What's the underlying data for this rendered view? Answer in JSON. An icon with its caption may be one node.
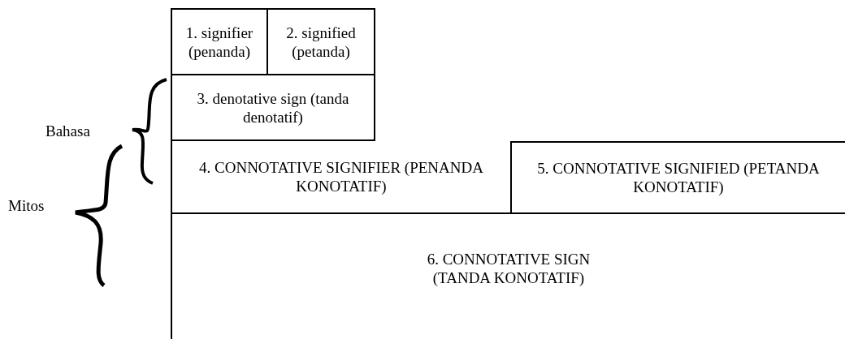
{
  "diagram": {
    "nodes": [
      {
        "text": [
          "1. signifier (penanda)"
        ]
      },
      {
        "text": [
          "2. signified (petanda)"
        ]
      },
      {
        "text": [
          "3. denotative sign (tanda denotatif)"
        ]
      },
      {
        "text": [
          "4. CONNOTATIVE SIGNIFIER (PENANDA KONOTATIF)"
        ]
      },
      {
        "text": [
          "5. CONNOTATIVE SIGNIFIED (PETANDA KONOTATIF)"
        ]
      },
      {
        "text": [
          "6. CONNOTATIVE SIGN (TANDA KONOTATIF)"
        ]
      }
    ],
    "labels": [
      "Bahasa",
      "Mitos"
    ]
  }
}
